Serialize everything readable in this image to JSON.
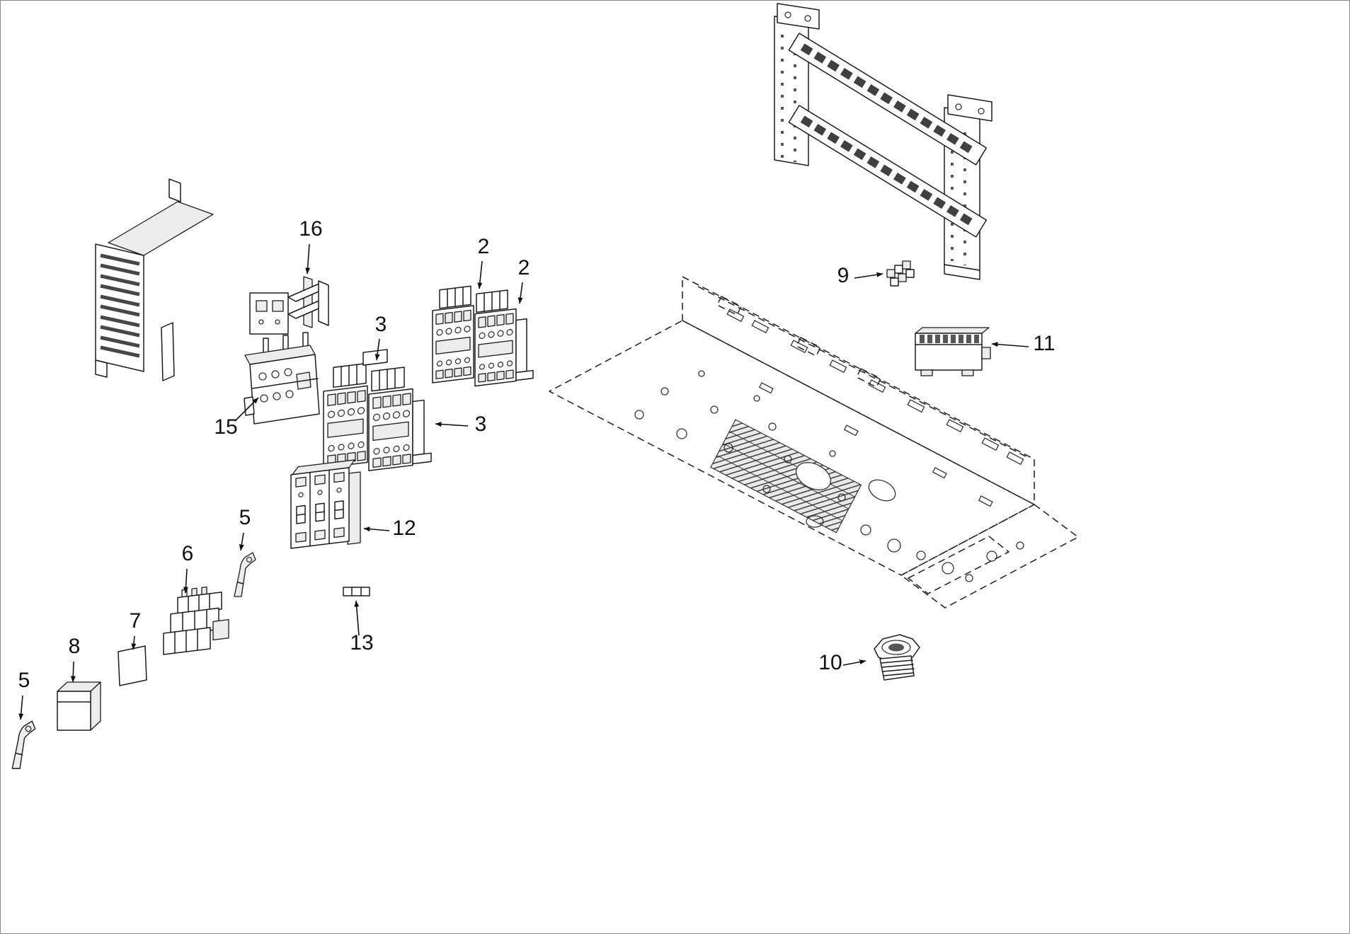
{
  "diagram": {
    "background": "#ffffff",
    "line_color": "#1b1b1b",
    "callouts": [
      {
        "label": "16",
        "part": "part-16-bracket"
      },
      {
        "label": "2",
        "part": "part-2-contactor-left"
      },
      {
        "label": "2",
        "part": "part-2-contactor-right"
      },
      {
        "label": "3",
        "part": "part-3-contactor-pair-top"
      },
      {
        "label": "3",
        "part": "part-3-contactor-pair-side"
      },
      {
        "label": "15",
        "part": "part-15-overload-relay"
      },
      {
        "label": "12",
        "part": "part-12-breaker"
      },
      {
        "label": "5",
        "part": "part-5-clamp-upper"
      },
      {
        "label": "6",
        "part": "part-6-terminal-blocks"
      },
      {
        "label": "7",
        "part": "part-7-plate"
      },
      {
        "label": "8",
        "part": "part-8-cover"
      },
      {
        "label": "5",
        "part": "part-5-clamp-lower"
      },
      {
        "label": "13",
        "part": "part-13-link"
      },
      {
        "label": "9",
        "part": "part-9-connector"
      },
      {
        "label": "11",
        "part": "part-11-terminal-strip"
      },
      {
        "label": "10",
        "part": "part-10-cable-gland"
      }
    ]
  }
}
